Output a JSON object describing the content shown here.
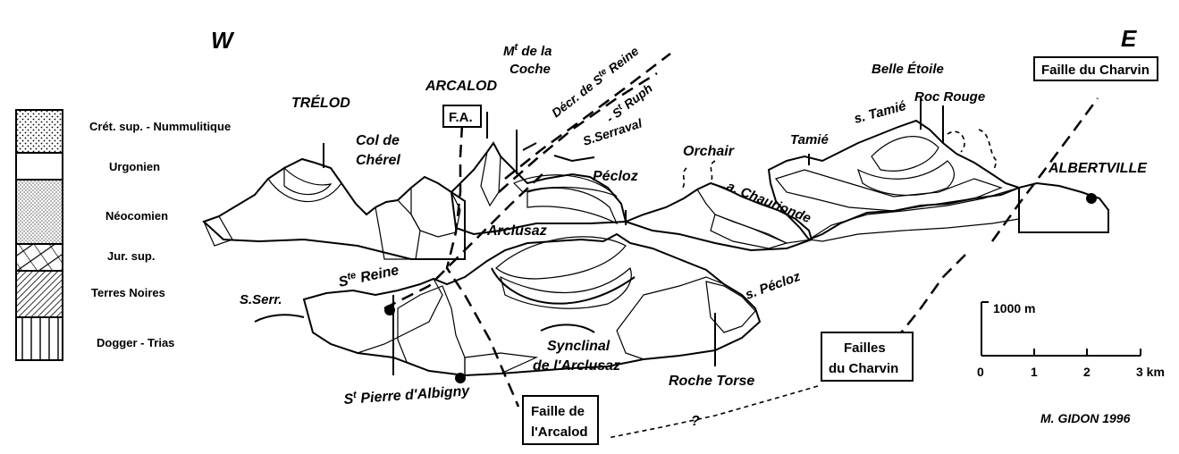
{
  "orientation": {
    "west": "W",
    "east": "E"
  },
  "legend": {
    "items": [
      {
        "label": "Crét. sup. - Nummulitique",
        "pattern": "dots"
      },
      {
        "label": "Urgonien",
        "pattern": "blank"
      },
      {
        "label": "Néocomien",
        "pattern": "fine-dots"
      },
      {
        "label": "Jur. sup.",
        "pattern": "diagonal-sparse"
      },
      {
        "label": "Terres Noires",
        "pattern": "diagonal-dense"
      },
      {
        "label": "Dogger - Trias",
        "pattern": "vertical"
      }
    ]
  },
  "labels": {
    "trelod": "TRÉLOD",
    "col_cherel_1": "Col de",
    "col_cherel_2": "Chérel",
    "arcalod": "ARCALOD",
    "fa": "F.A.",
    "mt_coche_1": "M",
    "mt_coche_sup": "t",
    "mt_coche_2": " de la",
    "mt_coche_3": "Coche",
    "decr_1": "Décr. de S",
    "decr_sup": "te",
    "decr_2": " Reine",
    "st_ruph_1": "- S",
    "st_ruph_sup": "t",
    "st_ruph_2": " Ruph",
    "s_serraval": "S.Serraval",
    "pecloz": "Pécloz",
    "orchair": "Orchair",
    "a_chaurionde": "a. Chaurionde",
    "tamie": "Tamié",
    "s_tamie": "s. Tamié",
    "belle_etoile": "Belle Étoile",
    "roc_rouge": "Roc Rouge",
    "albertville": "ALBERTVILLE",
    "arclusaz": "Arclusaz",
    "ste_reine_1": "S",
    "ste_reine_sup": "te",
    "ste_reine_2": " Reine",
    "s_serr": "S.Serr.",
    "synclinal_1": "Synclinal",
    "synclinal_2": "de l'Arclusaz",
    "roche_torse": "Roche Torse",
    "s_pecloz": "s. Pécloz",
    "st_pierre_1": "S",
    "st_pierre_sup": "t",
    "st_pierre_2": " Pierre d'Albigny",
    "question": "?"
  },
  "boxes": {
    "faille_charvin_top": "Faille du Charvin",
    "failles_charvin_1": "Failles",
    "failles_charvin_2": "du Charvin",
    "faille_arcalod_1": "Faille de",
    "faille_arcalod_2": "l'Arcalod"
  },
  "scale": {
    "height_label": "1000 m",
    "ticks": [
      "0",
      "1",
      "2",
      "3 km"
    ]
  },
  "credit": "M. GIDON 1996"
}
